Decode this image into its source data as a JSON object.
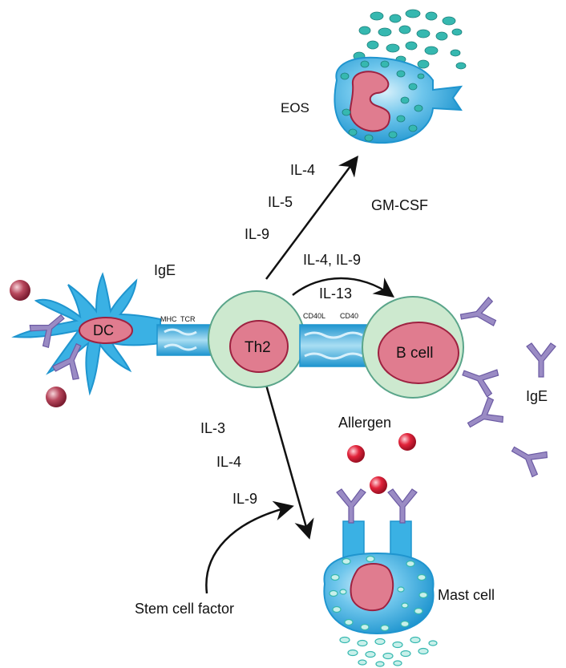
{
  "colors": {
    "cell_blue": "#3ab1e4",
    "cell_blue_dark": "#1f95cf",
    "cell_blue_light": "#a9def3",
    "nucleus": "#e07c8f",
    "nucleus_stroke": "#9e2140",
    "th_green": "#cde9cf",
    "th_green_stroke": "#5aa58a",
    "antibody": "#9a8bc4",
    "antibody_stroke": "#6b5aa3",
    "granule": "#36b8b0",
    "granule_light": "#c8f0ea",
    "allergen": "#e2243b",
    "arrow": "#111111"
  },
  "labels": {
    "eos": "EOS",
    "il4_top": "IL-4",
    "il5": "IL-5",
    "il9_top": "IL-9",
    "gmcsf": "GM-CSF",
    "il4_il9": "IL-4, IL-9",
    "il13": "IL-13",
    "ige_left": "IgE",
    "dc": "DC",
    "mhc": "MHC",
    "tcr": "TCR",
    "th2": "Th2",
    "cd40l": "CD40L",
    "cd40": "CD40",
    "bcell": "B cell",
    "ige_right": "IgE",
    "allergen": "Allergen",
    "il3": "IL-3",
    "il4_bottom": "IL-4",
    "il9_bottom": "IL-9",
    "stem_cell_factor": "Stem cell factor",
    "mast_cell": "Mast cell"
  },
  "icons": {
    "antibody": "y-shaped-antibody-icon",
    "allergen": "red-sphere-icon",
    "granule": "teal-granule-icon"
  }
}
